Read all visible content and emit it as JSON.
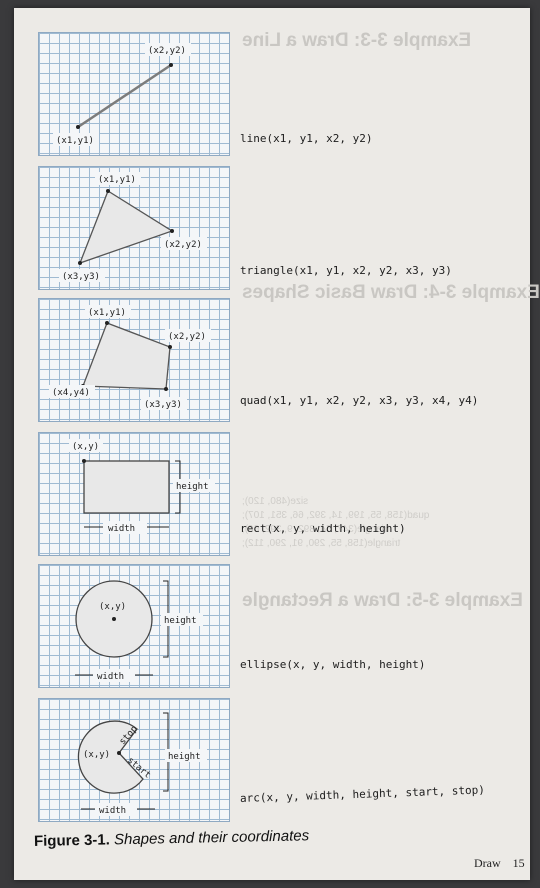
{
  "figures": [
    {
      "code": "line(x1, y1, x2, y2)",
      "labels": [
        "(x2,y2)",
        "(x1,y1)"
      ]
    },
    {
      "code": "triangle(x1, y1, x2, y2, x3, y3)",
      "labels": [
        "(x1,y1)",
        "(x2,y2)",
        "(x3,y3)"
      ]
    },
    {
      "code": "quad(x1, y1, x2, y2, x3, y3, x4, y4)",
      "labels": [
        "(x1,y1)",
        "(x2,y2)",
        "(x4,y4)",
        "(x3,y3)"
      ]
    },
    {
      "code": "rect(x, y, width, height)",
      "labels": [
        "(x,y)",
        "height",
        "width"
      ]
    },
    {
      "code": "ellipse(x, y, width, height)",
      "labels": [
        "(x,y)",
        "height",
        "width"
      ]
    },
    {
      "code": "arc(x, y, width, height, start, stop)",
      "labels": [
        "(x,y)",
        "stop",
        "start",
        "height",
        "width"
      ]
    }
  ],
  "caption": {
    "number": "Figure 3-1.",
    "text": "Shapes and their coordinates"
  },
  "footer": {
    "section": "Draw",
    "page": "15"
  },
  "show_through": {
    "heading_1": "Example 3-3: Draw a Line",
    "heading_2": "Example 3-4: Draw Basic Shapes",
    "heading_3": "Example 3-5: Draw a Rectangle",
    "code_1": "size(480, 120);",
    "code_2": "quad(158, 55, 199, 14, 392, 66, 351, 107);",
    "code_3": "triangle(347, 54, 392, 9, 392, 66);",
    "code_4": "triangle(158, 55, 290, 91, 290, 112);"
  }
}
